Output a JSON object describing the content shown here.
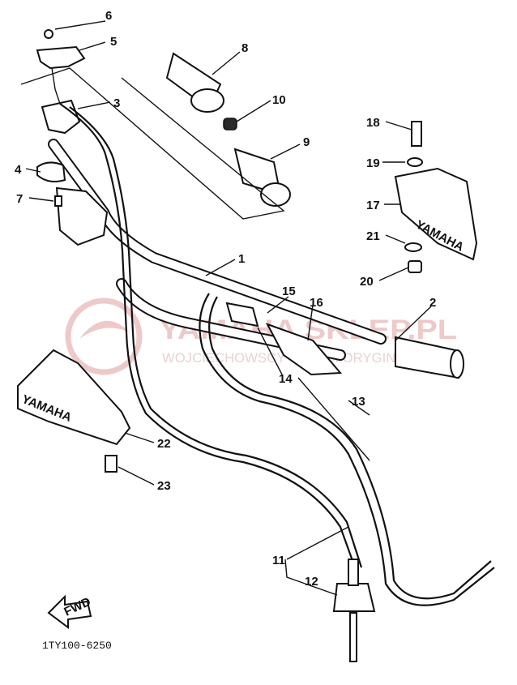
{
  "diagram": {
    "labels": {
      "p1": "1",
      "p2": "2",
      "p3": "3",
      "p4": "4",
      "p5": "5",
      "p6": "6",
      "p7": "7",
      "p8": "8",
      "p9": "9",
      "p10": "10",
      "p11": "11",
      "p12": "12",
      "p13": "13",
      "p14": "14",
      "p15": "15",
      "p16": "16",
      "p17": "17",
      "p18": "18",
      "p19": "19",
      "p20": "20",
      "p21": "21",
      "p22": "22",
      "p23": "23"
    },
    "fwd_label": "FWD",
    "part_code": "1TY100-6250",
    "guard_brand_left": "YAMAHA",
    "guard_brand_right": "YAMAHA",
    "watermark_brand": "YAMAHA SKLEP.PL",
    "watermark_tagline": "WOJCIECHOWSCY CZĘŚCI ORYGINALNE"
  },
  "colors": {
    "ink": "#111111",
    "watermark": "#e9b8b8"
  }
}
